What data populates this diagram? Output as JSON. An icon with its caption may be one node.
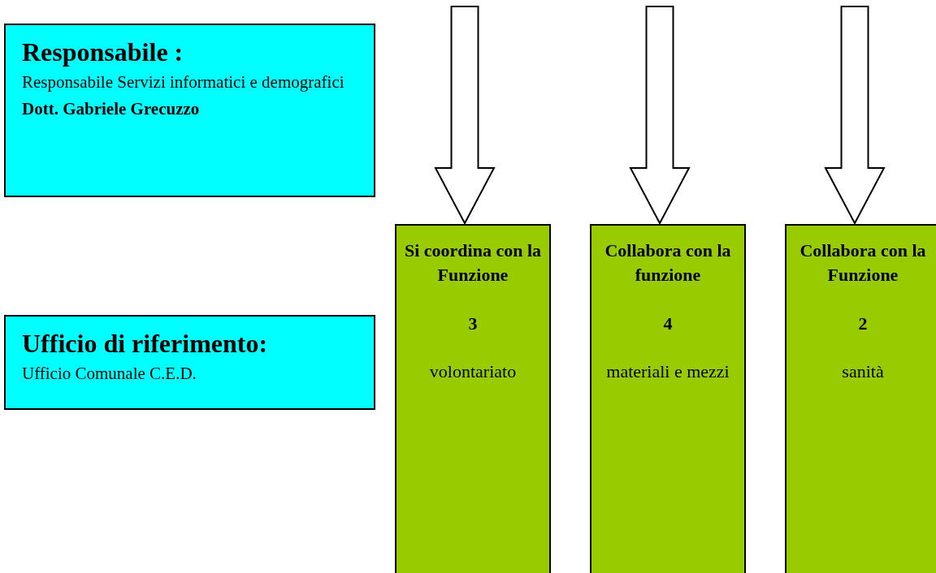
{
  "diagram": {
    "nodes": [
      {
        "text": [
          "Responsabile :",
          "Responsabile Servizi informatici e demografici",
          "Dott. Gabriele Grecuzzo"
        ]
      },
      {
        "text": [
          "Ufficio di riferimento:",
          "Ufficio Comunale C.E.D."
        ]
      },
      {
        "text": [
          "Si coordina con la Funzione",
          "3",
          "volontariato"
        ]
      },
      {
        "text": [
          "Collabora con la funzione",
          "4",
          "materiali e mezzi"
        ]
      },
      {
        "text": [
          "Collabora con la Funzione",
          "2",
          "sanità"
        ]
      }
    ],
    "edges": [
      {
        "from": null,
        "to": 2,
        "arrow": "to"
      },
      {
        "from": null,
        "to": 3,
        "arrow": "to"
      },
      {
        "from": null,
        "to": 4,
        "arrow": "to"
      }
    ]
  }
}
